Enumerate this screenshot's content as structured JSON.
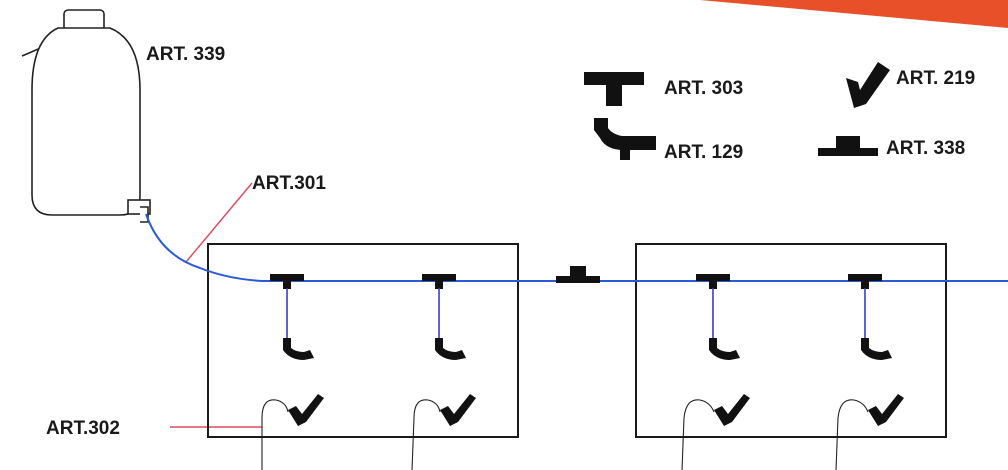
{
  "labels": {
    "bottle": "ART. 339",
    "main_tube": "ART.301",
    "drip_tube": "ART.302"
  },
  "legend": [
    {
      "icon": "tee-connector-icon",
      "text": "ART. 303"
    },
    {
      "icon": "dripper-stake-icon",
      "text": "ART. 219"
    },
    {
      "icon": "elbow-connector-icon",
      "text": "ART. 129"
    },
    {
      "icon": "inline-joiner-icon",
      "text": "ART. 338"
    }
  ],
  "colors": {
    "tube": "#2a5bd7",
    "leader": "#e0485a",
    "banner": "#e8502a"
  }
}
